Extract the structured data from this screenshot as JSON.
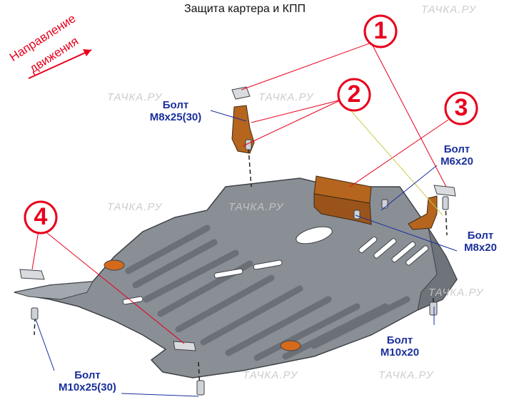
{
  "title": "Защита картера и КПП",
  "direction": {
    "line1": "Направление",
    "line2": "движения"
  },
  "watermark": "ТАЧКА.РУ",
  "callouts": [
    "1",
    "2",
    "3",
    "4"
  ],
  "bolts": {
    "top_left": {
      "word": "Болт",
      "size": "М8х25(30)"
    },
    "right_upper": {
      "word": "Болт",
      "size": "М6х20"
    },
    "right_middle": {
      "word": "Болт",
      "size": "М8х20"
    },
    "right_lower": {
      "word": "Болт",
      "size": "М10х20"
    },
    "bottom_left": {
      "word": "Болт",
      "size": "М10х25(30)"
    }
  },
  "colors": {
    "accent_red": "#e8001c",
    "label_blue": "#1a2f9c",
    "plate_gray": "#8a8f96",
    "bracket_orange": "#b5651d"
  }
}
